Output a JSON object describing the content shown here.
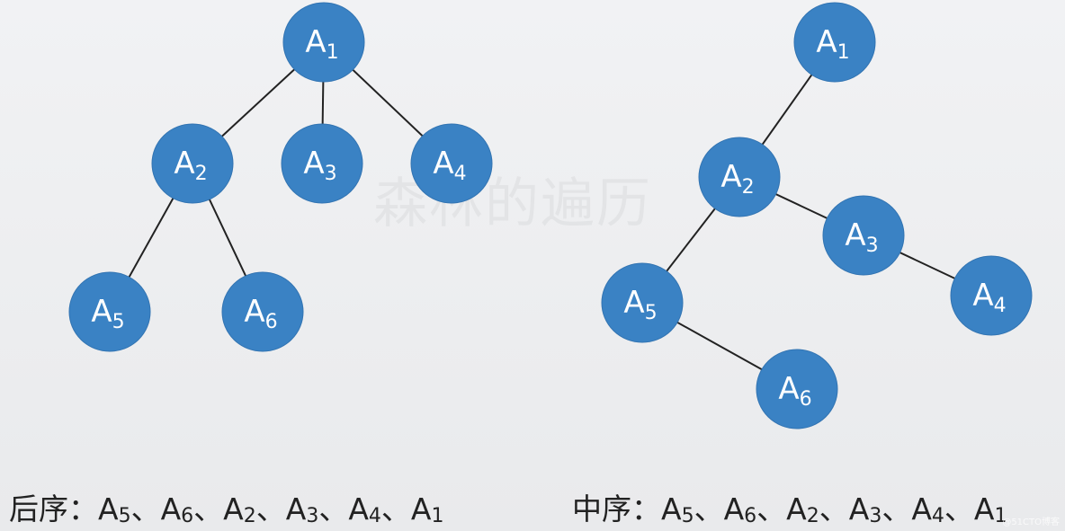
{
  "watermark": "森林的遍历",
  "trees": [
    {
      "id": "forest-tree",
      "nodes": [
        {
          "id": "A1",
          "letter": "A",
          "sub": "1"
        },
        {
          "id": "A2",
          "letter": "A",
          "sub": "2"
        },
        {
          "id": "A3",
          "letter": "A",
          "sub": "3"
        },
        {
          "id": "A4",
          "letter": "A",
          "sub": "4"
        },
        {
          "id": "A5",
          "letter": "A",
          "sub": "5"
        },
        {
          "id": "A6",
          "letter": "A",
          "sub": "6"
        }
      ],
      "edges": [
        [
          "A1",
          "A2"
        ],
        [
          "A1",
          "A3"
        ],
        [
          "A1",
          "A4"
        ],
        [
          "A2",
          "A5"
        ],
        [
          "A2",
          "A6"
        ]
      ]
    },
    {
      "id": "binary-tree",
      "nodes": [
        {
          "id": "A1",
          "letter": "A",
          "sub": "1"
        },
        {
          "id": "A2",
          "letter": "A",
          "sub": "2"
        },
        {
          "id": "A3",
          "letter": "A",
          "sub": "3"
        },
        {
          "id": "A4",
          "letter": "A",
          "sub": "4"
        },
        {
          "id": "A5",
          "letter": "A",
          "sub": "5"
        },
        {
          "id": "A6",
          "letter": "A",
          "sub": "6"
        }
      ],
      "edges": [
        [
          "A1",
          "A2"
        ],
        [
          "A2",
          "A3"
        ],
        [
          "A3",
          "A4"
        ],
        [
          "A2",
          "A5"
        ],
        [
          "A5",
          "A6"
        ]
      ]
    }
  ],
  "captions": {
    "left": {
      "label": "后序：",
      "items": [
        {
          "letter": "A",
          "sub": "5",
          "sep": "、"
        },
        {
          "letter": "A",
          "sub": "6",
          "sep": "、"
        },
        {
          "letter": "A",
          "sub": "2",
          "sep": "、"
        },
        {
          "letter": "A",
          "sub": "3",
          "sep": "、"
        },
        {
          "letter": "A",
          "sub": "4",
          "sep": "、"
        },
        {
          "letter": "A",
          "sub": "1",
          "sep": ""
        }
      ]
    },
    "right": {
      "label": "中序：",
      "items": [
        {
          "letter": "A",
          "sub": "5",
          "sep": "、"
        },
        {
          "letter": "A",
          "sub": "6",
          "sep": "、"
        },
        {
          "letter": "A",
          "sub": "2",
          "sep": "、"
        },
        {
          "letter": "A",
          "sub": "3",
          "sep": "、"
        },
        {
          "letter": "A",
          "sub": "4",
          "sep": "、"
        },
        {
          "letter": "A",
          "sub": "1",
          "sep": ""
        }
      ]
    }
  },
  "corner_mark": "@51CTO博客",
  "colors": {
    "node_fill": "#3a82c4",
    "node_stroke": "#3274b2",
    "edge": "#222222"
  }
}
